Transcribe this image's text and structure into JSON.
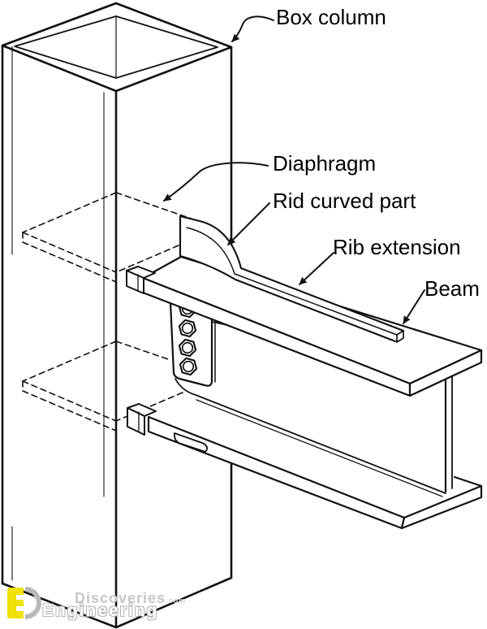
{
  "page": {
    "background": "#ffffff",
    "line_color": "#111111"
  },
  "labels": {
    "box_column": "Box column",
    "diaphragm": "Diaphragm",
    "rid_curved_part": "Rid curved part",
    "rib_extension": "Rib extension",
    "beam": "Beam"
  },
  "watermark": {
    "logo_letter_e": "E",
    "logo_letter_d": "D",
    "line1": "Discoveries",
    "line1_suffix": ".com",
    "line2": "Engineering",
    "logo_color": "#f0e10a",
    "outline_color": "#b5b5b5",
    "text_color": "#c7c7c7"
  }
}
